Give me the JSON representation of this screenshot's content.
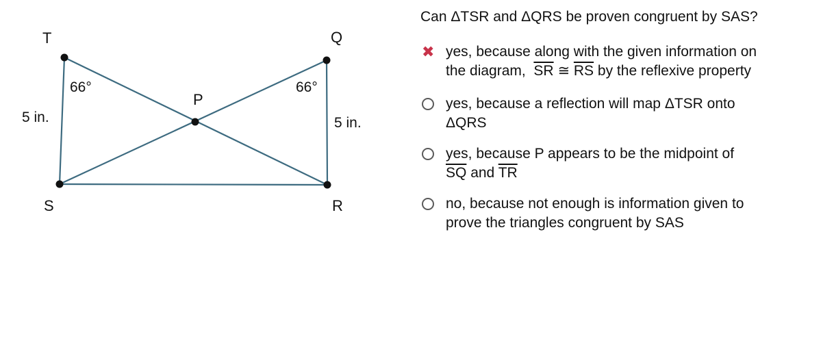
{
  "figure": {
    "vertex_labels": {
      "T": "T",
      "Q": "Q",
      "P": "P",
      "S": "S",
      "R": "R"
    },
    "angle_labels": {
      "left": "66°",
      "right": "66°"
    },
    "side_labels": {
      "left": "5 in.",
      "right": "5 in."
    },
    "colors": {
      "segment": "#3d6b80",
      "point": "#111111"
    }
  },
  "question": {
    "text": "Can ΔTSR and ΔQRS be proven congruent by SAS?"
  },
  "options": [
    {
      "state": "selected-incorrect",
      "marker_icon": "x-mark-icon",
      "marker_color": "#c8334a",
      "line1": "yes, because along with the given information on",
      "line2_prefix": "the diagram,",
      "seg1": "SR",
      "congruent_symbol": "≅",
      "seg2": "RS",
      "line2_suffix": "by the reflexive property"
    },
    {
      "state": "unselected",
      "marker_icon": "radio-icon",
      "line1": "yes, because a reflection will map ΔTSR onto",
      "line2": "ΔQRS"
    },
    {
      "state": "unselected",
      "marker_icon": "radio-icon",
      "line1": "yes, because P appears to be the midpoint of",
      "seg1": "SQ",
      "and_word": "and",
      "seg2": "TR"
    },
    {
      "state": "unselected",
      "marker_icon": "radio-icon",
      "line1": "no, because not enough is information given to",
      "line2": "prove the triangles congruent by SAS"
    }
  ]
}
